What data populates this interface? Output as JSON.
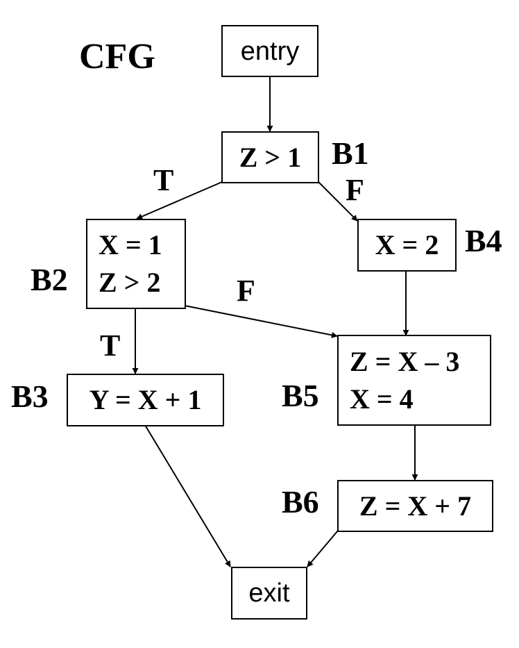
{
  "title": "CFG",
  "nodes": {
    "entry": {
      "lines": [
        "entry"
      ]
    },
    "b1": {
      "name": "B1",
      "lines": [
        "Z > 1"
      ]
    },
    "b2": {
      "name": "B2",
      "lines": [
        "X = 1",
        "Z > 2"
      ]
    },
    "b3": {
      "name": "B3",
      "lines": [
        "Y = X + 1"
      ]
    },
    "b4": {
      "name": "B4",
      "lines": [
        "X = 2"
      ]
    },
    "b5": {
      "name": "B5",
      "lines": [
        "Z = X – 3",
        "X = 4"
      ]
    },
    "b6": {
      "name": "B6",
      "lines": [
        "Z = X + 7"
      ]
    },
    "exit": {
      "lines": [
        "exit"
      ]
    }
  },
  "edge_labels": {
    "b1_to_b2": "T",
    "b1_to_b4": "F",
    "b2_to_b5": "F",
    "b2_to_b3": "T"
  },
  "edges": [
    {
      "from": "entry",
      "to": "B1"
    },
    {
      "from": "B1",
      "to": "B2",
      "label": "T"
    },
    {
      "from": "B1",
      "to": "B4",
      "label": "F"
    },
    {
      "from": "B2",
      "to": "B3",
      "label": "T"
    },
    {
      "from": "B2",
      "to": "B5",
      "label": "F"
    },
    {
      "from": "B4",
      "to": "B5"
    },
    {
      "from": "B5",
      "to": "B6"
    },
    {
      "from": "B3",
      "to": "exit"
    },
    {
      "from": "B6",
      "to": "exit"
    }
  ]
}
